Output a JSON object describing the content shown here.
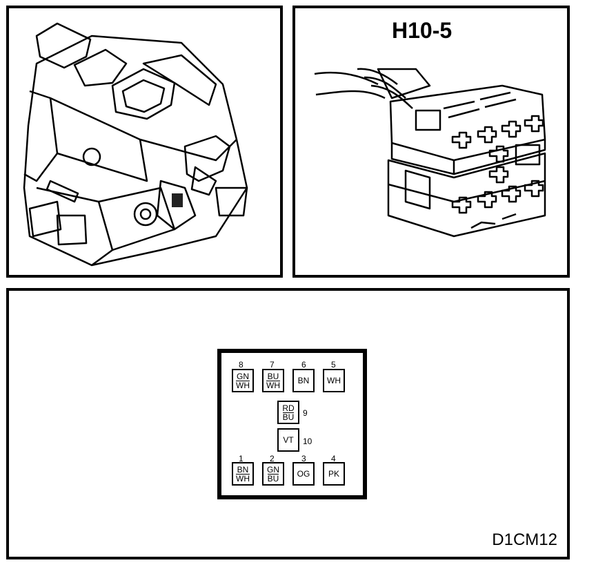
{
  "connector": {
    "title": "H10-5"
  },
  "figure": {
    "id": "D1CM12"
  },
  "pins": [
    {
      "num": "8",
      "colors": [
        "GN",
        "WH"
      ]
    },
    {
      "num": "7",
      "colors": [
        "BU",
        "WH"
      ]
    },
    {
      "num": "6",
      "colors": [
        "BN"
      ]
    },
    {
      "num": "5",
      "colors": [
        "WH"
      ]
    },
    {
      "num": "9",
      "colors": [
        "RD",
        "BU"
      ]
    },
    {
      "num": "10",
      "colors": [
        "VT"
      ]
    },
    {
      "num": "1",
      "colors": [
        "BN",
        "WH"
      ]
    },
    {
      "num": "2",
      "colors": [
        "GN",
        "BU"
      ]
    },
    {
      "num": "3",
      "colors": [
        "OG"
      ]
    },
    {
      "num": "4",
      "colors": [
        "PK"
      ]
    }
  ]
}
